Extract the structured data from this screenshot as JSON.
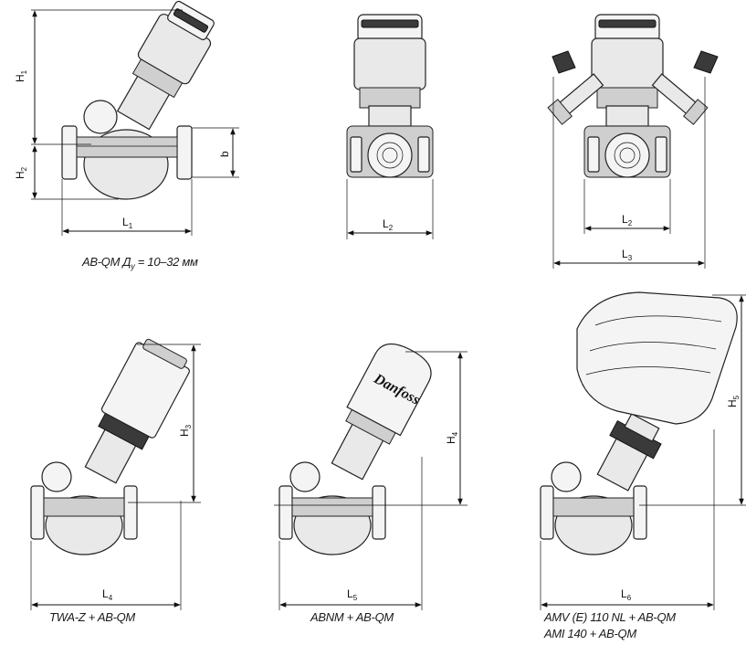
{
  "captions": {
    "fig1": "AB-QM Д",
    "fig1_sub": "у",
    "fig1_range": " = 10–32 мм",
    "fig4": "TWA-Z + AB-QM",
    "fig5": "ABNM + AB-QM",
    "fig6_line1": "AMV (E) 110 NL + AB-QM",
    "fig6_line2": "AMI 140 + AB-QM"
  },
  "dimensions": {
    "H1": {
      "letter": "H",
      "sub": "1"
    },
    "H2": {
      "letter": "H",
      "sub": "2"
    },
    "H3": {
      "letter": "H",
      "sub": "3"
    },
    "H4": {
      "letter": "H",
      "sub": "4"
    },
    "H5": {
      "letter": "H",
      "sub": "5"
    },
    "b": {
      "letter": "b",
      "sub": ""
    },
    "L1": {
      "letter": "L",
      "sub": "1"
    },
    "L2a": {
      "letter": "L",
      "sub": "2"
    },
    "L2b": {
      "letter": "L",
      "sub": "2"
    },
    "L3": {
      "letter": "L",
      "sub": "3"
    },
    "L4": {
      "letter": "L",
      "sub": "4"
    },
    "L5": {
      "letter": "L",
      "sub": "5"
    },
    "L6": {
      "letter": "L",
      "sub": "6"
    }
  },
  "logo_text": "Danfoss"
}
